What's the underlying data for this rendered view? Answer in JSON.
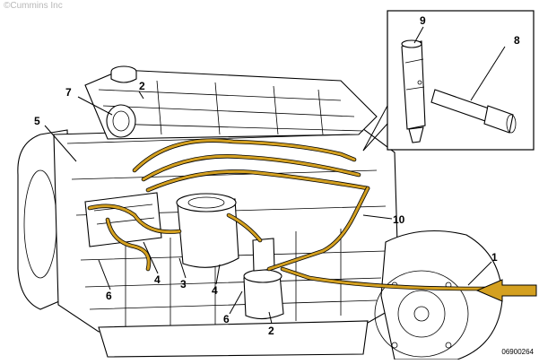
{
  "copyright": "©Cummins Inc",
  "figure_id": "06900264",
  "callouts": {
    "c1": "1",
    "c2a": "2",
    "c2b": "2",
    "c3": "3",
    "c4a": "4",
    "c4b": "4",
    "c5": "5",
    "c6a": "6",
    "c6b": "6",
    "c7": "7",
    "c8": "8",
    "c9": "9",
    "c10": "10"
  },
  "colors": {
    "fuel_line": "#d4a020",
    "outline": "#000000",
    "background": "#ffffff"
  }
}
